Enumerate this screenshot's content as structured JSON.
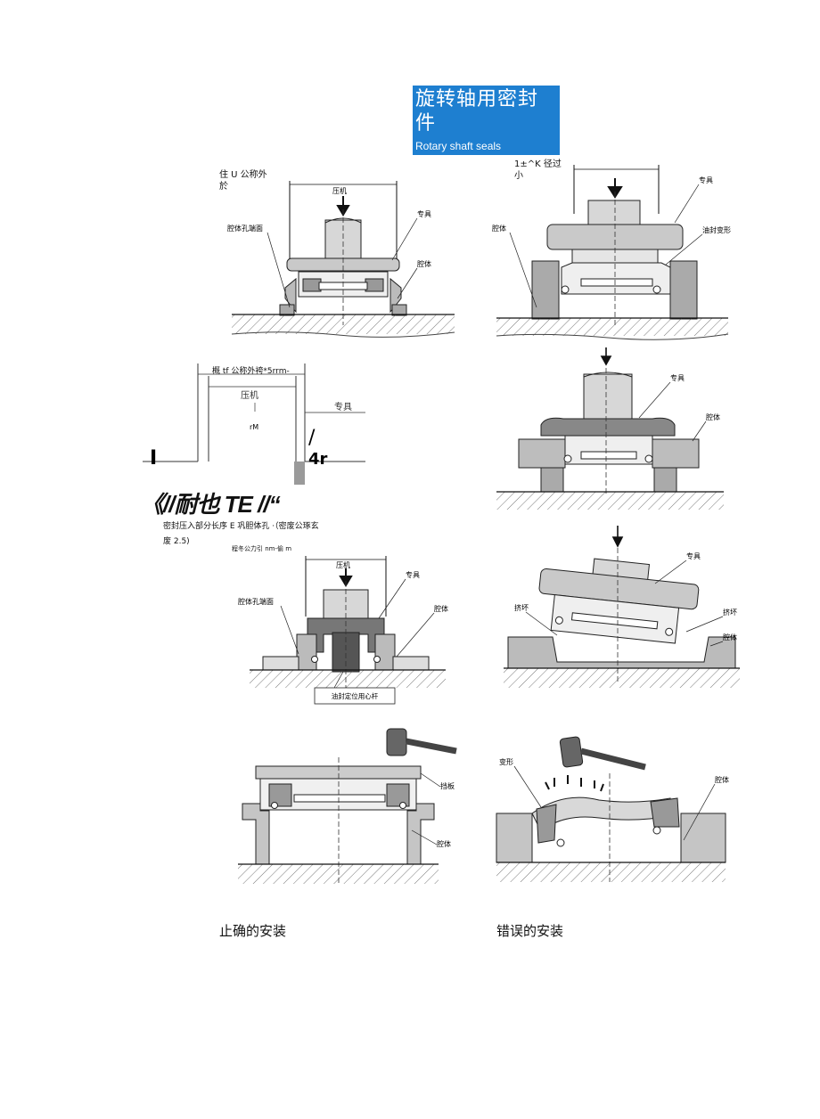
{
  "title": {
    "cn": "旋转轴用密封件",
    "en": "Rotary shaft seals"
  },
  "notes": {
    "top_left": "住 U 公称外\n於",
    "top_right": "1±^K 径过\n小",
    "dim_text": "概 tf 公称外袴*5rrm-",
    "big_text": "《//耐也 TE //“",
    "note_line1": "密封压入部分长序 E 巩胆体孔 ·（密废公琢玄",
    "note_line2": "废 2.5)",
    "note_small": "程冬公力引 nm-偷 m"
  },
  "fig1": {
    "press": "压机",
    "tool": "专具",
    "bore_face": "腔体孔端面",
    "housing": "腔体"
  },
  "fig2": {
    "tool": "专具",
    "housing": "腔体",
    "deform": "油封变形"
  },
  "sketch": {
    "press": "压机",
    "tool": "专具",
    "rm": "rM",
    "ltr": "I",
    "sym": "/",
    "sym2": "4r"
  },
  "fig3": {
    "tool": "专具",
    "housing": "腔体"
  },
  "fig4": {
    "press": "压机",
    "tool": "专具",
    "bore_face": "腔体孔端面",
    "housing": "腔体",
    "mandrel": "油封定位用心杆"
  },
  "fig5": {
    "tool": "专具",
    "damage_left": "挤坏",
    "damage_right": "挤坏",
    "housing": "腔体"
  },
  "fig6": {
    "plate": "挡板",
    "housing": "腔体"
  },
  "fig7": {
    "deform": "变形",
    "housing": "腔体"
  },
  "captions": {
    "correct": "止确的安装",
    "wrong": "错误的安装"
  }
}
